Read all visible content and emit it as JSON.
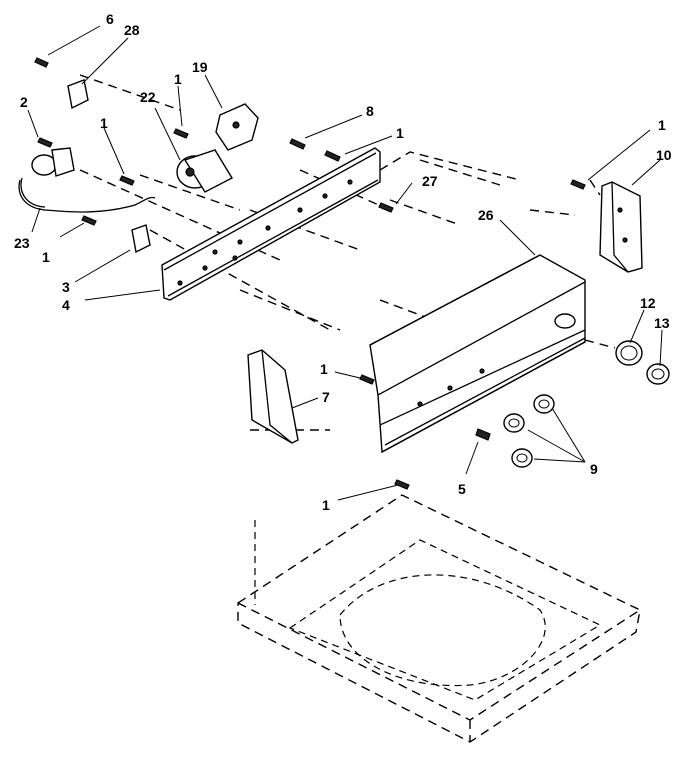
{
  "labels": {
    "l6": "6",
    "l28": "28",
    "l2": "2",
    "l1a": "1",
    "l22": "22",
    "l19": "19",
    "l1b": "1",
    "l8": "8",
    "l1c": "1",
    "l1d": "1",
    "l10": "10",
    "l27": "27",
    "l26": "26",
    "l23": "23",
    "l1e": "1",
    "l3": "3",
    "l4": "4",
    "l12": "12",
    "l13": "13",
    "l1f": "1",
    "l7": "7",
    "l9": "9",
    "l5": "5",
    "l1g": "1"
  }
}
